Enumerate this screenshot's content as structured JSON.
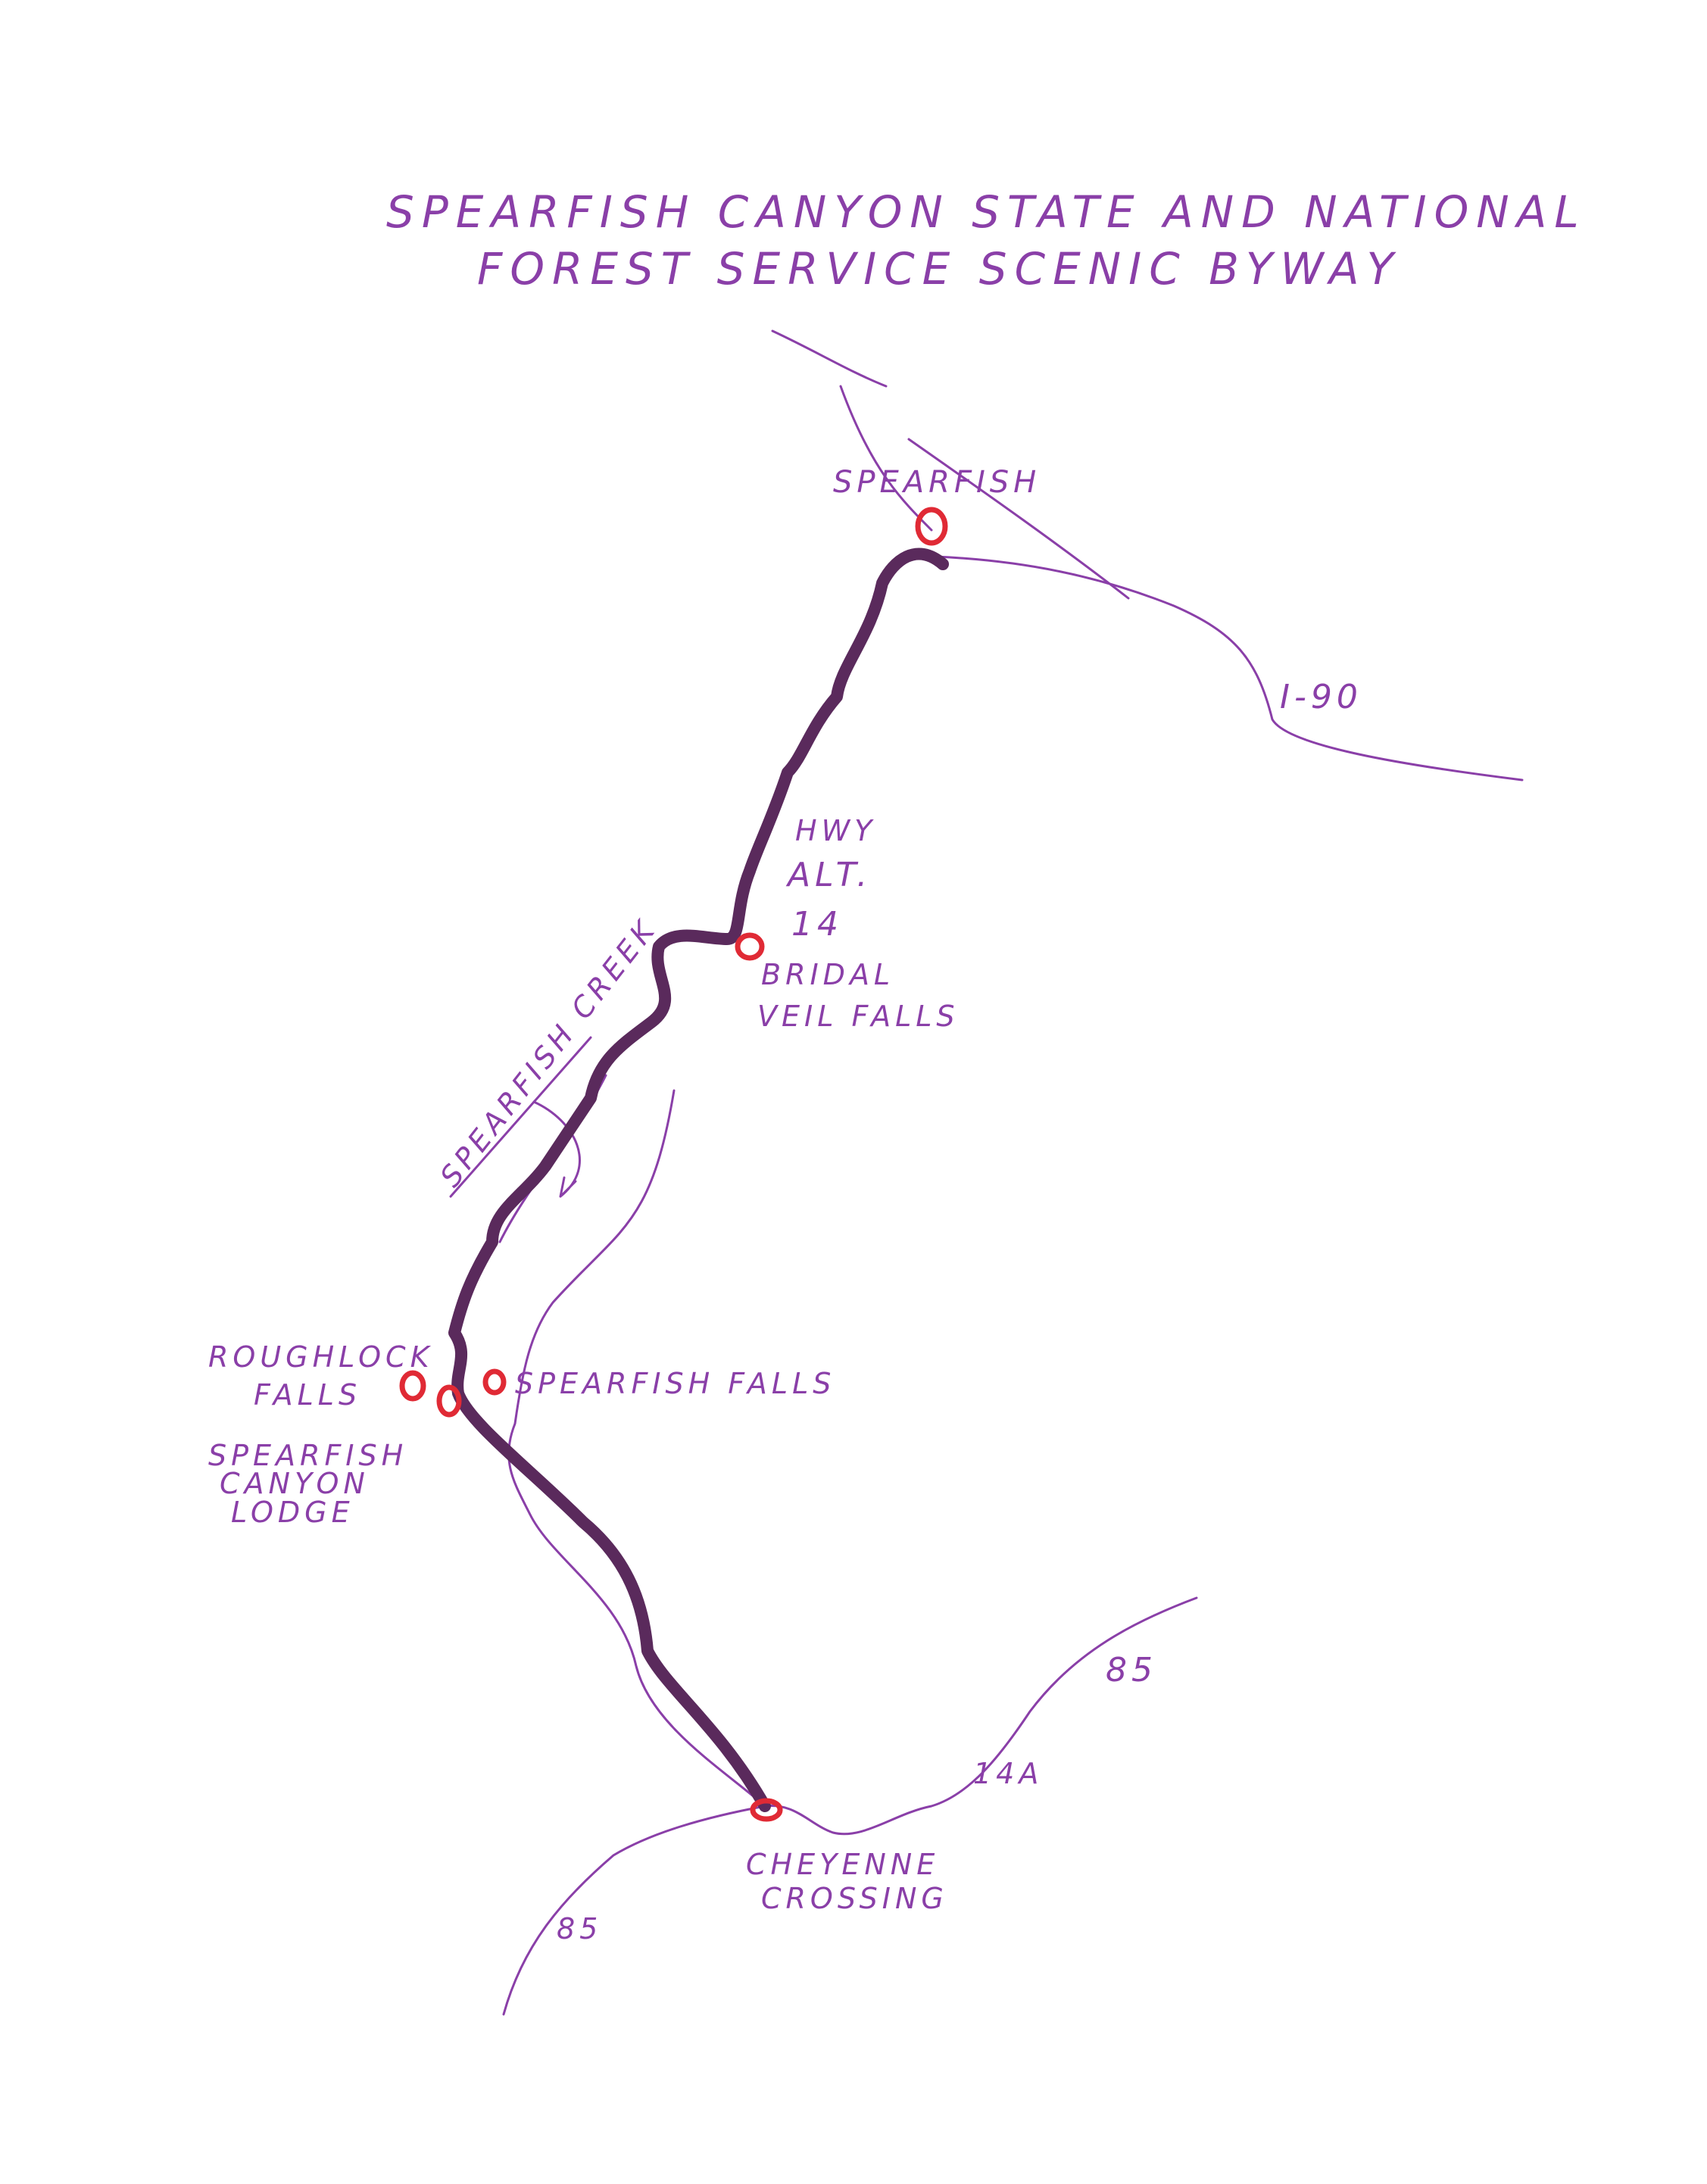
{
  "title": {
    "line1": "SPEARFISH CANYON STATE AND NATIONAL",
    "line2": "FOREST SERVICE SCENIC BYWAY"
  },
  "colors": {
    "ink": "#8a3fa8",
    "byway": "#5a2a5c",
    "marker": "#e02a35"
  },
  "places": {
    "spearfish": "SPEARFISH",
    "bridal_veil_line1": "BRIDAL",
    "bridal_veil_line2": "VEIL FALLS",
    "roughlock_line1": "ROUGHLOCK",
    "roughlock_line2": "FALLS",
    "spearfish_falls": "SPEARFISH FALLS",
    "lodge_line1": "SPEARFISH",
    "lodge_line2": "CANYON",
    "lodge_line3": "LODGE",
    "cheyenne_line1": "CHEYENNE",
    "cheyenne_line2": "CROSSING"
  },
  "routes": {
    "interstate": "I-90",
    "hwy_line1": "HWY",
    "hwy_line2": "ALT.",
    "hwy_line3": "14",
    "hwy_85_east": "85",
    "hwy_14a": "14A",
    "hwy_85_south": "85"
  },
  "water": {
    "creek": "SPEARFISH CREEK"
  },
  "icons": [
    "location-marker-icon",
    "creek-arrow-icon"
  ]
}
